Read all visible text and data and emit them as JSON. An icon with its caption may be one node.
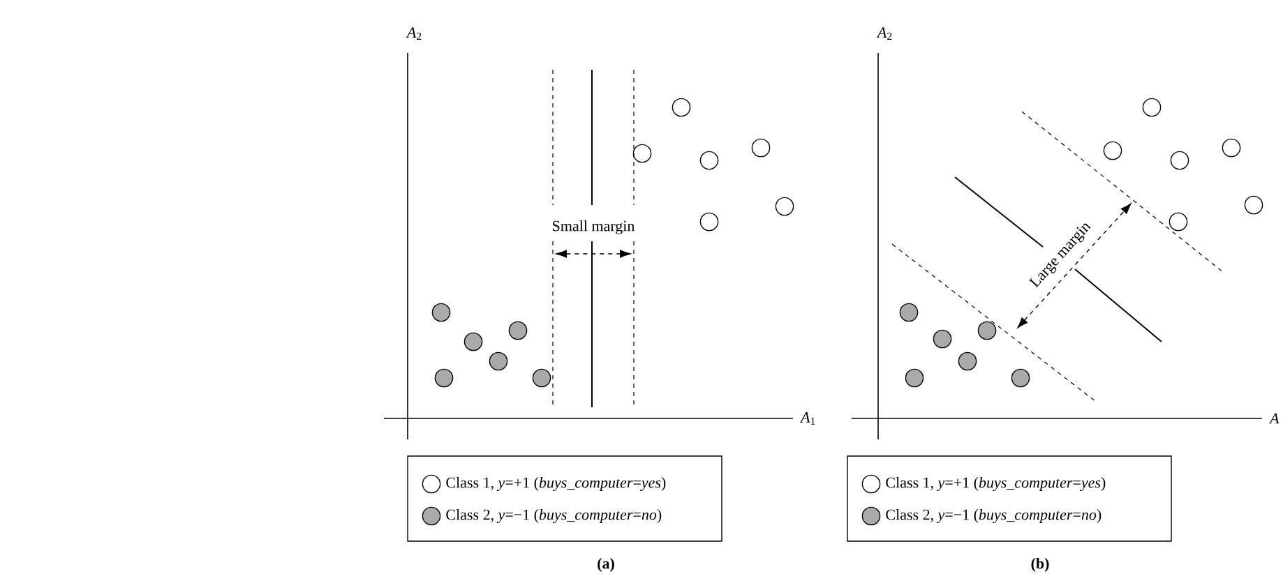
{
  "diagram": {
    "labels": [
      "*A*$_{2}$",
      "Small margin",
      "*A*$_{1}$",
      "(a)",
      "*A*$_{2}$",
      "Large margin",
      "A",
      "(b)"
    ],
    "legend": [
      {
        "text": "Class 1, *y*=+1 (*buys_computer*=*yes*)"
      },
      {
        "text": "Class 2, *y*=−1 (*buys_computer*=*no*)"
      },
      {
        "text": "Class 1, *y*=+1 (*buys_computer*=*yes*)"
      },
      {
        "text": "Class 2, *y*=−1 (*buys_computer*=*no*)"
      }
    ]
  }
}
